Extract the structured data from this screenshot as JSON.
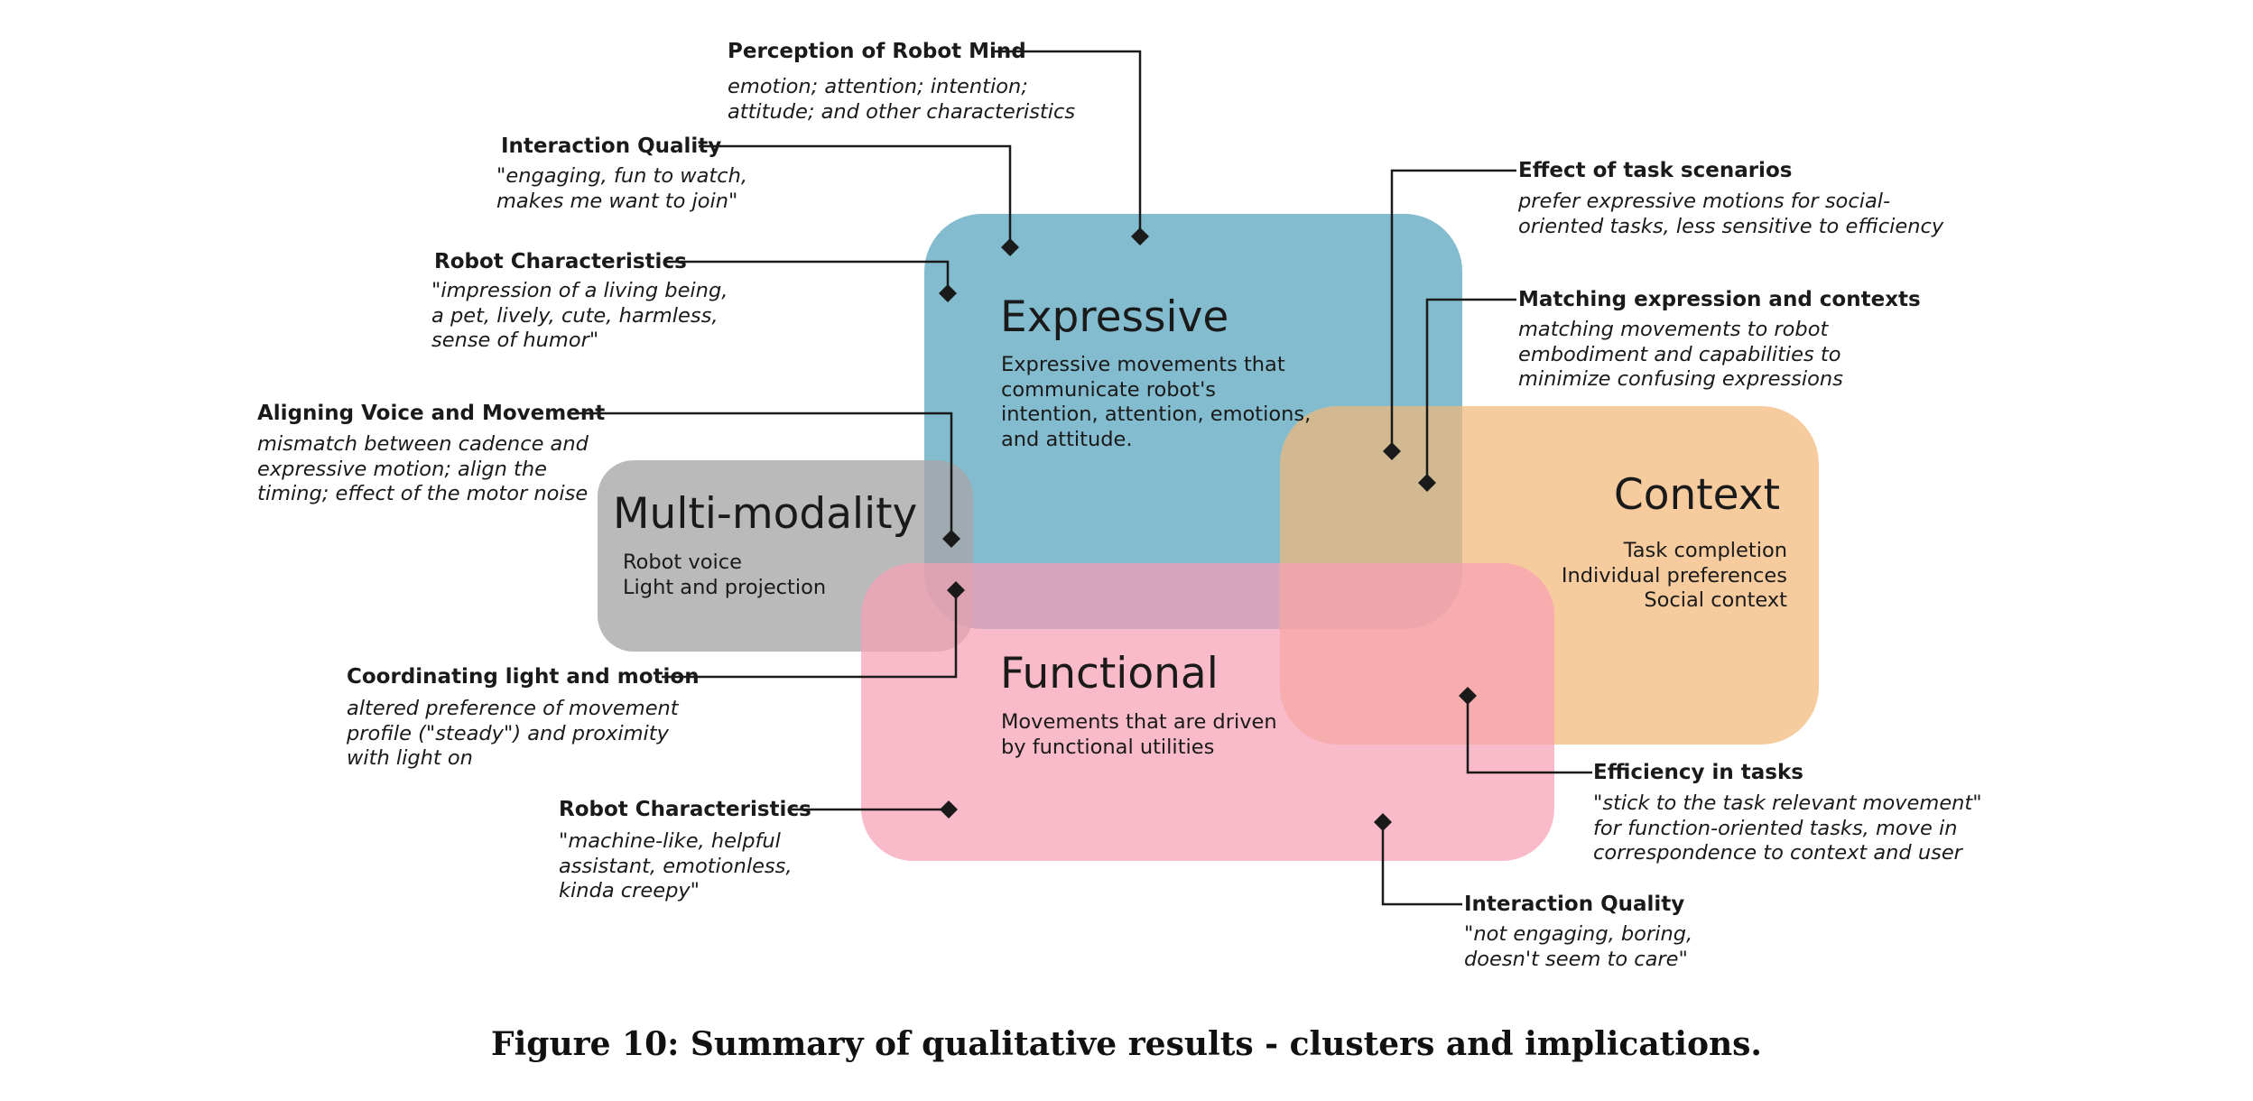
{
  "clusters": {
    "expressive": {
      "title": "Expressive",
      "lines": [
        "Expressive movements that",
        "communicate robot's",
        "intention, attention, emotions,",
        "and attitude."
      ],
      "color": "#5aa5bf"
    },
    "multimodality": {
      "title": "Multi-modality",
      "lines": [
        "Robot voice",
        "Light and projection"
      ],
      "color": "#a6a6a6"
    },
    "context": {
      "title": "Context",
      "lines": [
        "Task completion",
        "Individual preferences",
        "Social context"
      ],
      "color": "#f2b87a"
    },
    "functional": {
      "title": "Functional",
      "lines": [
        "Movements that are driven",
        "by functional utilities"
      ],
      "color": "#f7a0b4"
    }
  },
  "annotations": {
    "perception": {
      "title": "Perception of Robot Mind",
      "lines": [
        "emotion; attention; intention;",
        "attitude; and other characteristics"
      ]
    },
    "interaction_quality_top": {
      "title": "Interaction Quality",
      "lines": [
        "\"engaging, fun to watch,",
        "makes me want to join\""
      ]
    },
    "robot_char_top": {
      "title": "Robot Characteristics",
      "lines": [
        "\"impression of a living being,",
        "a pet, lively, cute, harmless,",
        "sense of humor\""
      ]
    },
    "aligning": {
      "title": "Aligning Voice and Movement",
      "lines": [
        "mismatch between cadence and",
        "expressive motion; align the",
        "timing; effect of the motor noise"
      ]
    },
    "coordinating": {
      "title": "Coordinating light and motion",
      "lines": [
        "altered preference of movement",
        "profile (\"steady\") and proximity",
        "with light on"
      ]
    },
    "robot_char_bottom": {
      "title": "Robot Characteristics",
      "lines": [
        "\"machine-like, helpful",
        "assistant, emotionless,",
        "kinda creepy\""
      ]
    },
    "task_scenarios": {
      "title": "Effect of task scenarios",
      "lines": [
        "prefer expressive motions for social-",
        "oriented tasks, less sensitive to efficiency"
      ]
    },
    "matching": {
      "title": "Matching expression and contexts",
      "lines": [
        "matching movements to robot",
        "embodiment and capabilities to",
        "minimize confusing expressions"
      ]
    },
    "efficiency": {
      "title": "Efficiency in tasks",
      "lines": [
        "\"stick to the task relevant movement\"",
        "for function-oriented tasks, move in",
        "correspondence to context and user"
      ]
    },
    "interaction_quality_bottom": {
      "title": "Interaction Quality",
      "lines": [
        "\"not engaging, boring,",
        "doesn't seem to care\""
      ]
    }
  },
  "caption": "Figure 10: Summary of qualitative results - clusters and implications."
}
